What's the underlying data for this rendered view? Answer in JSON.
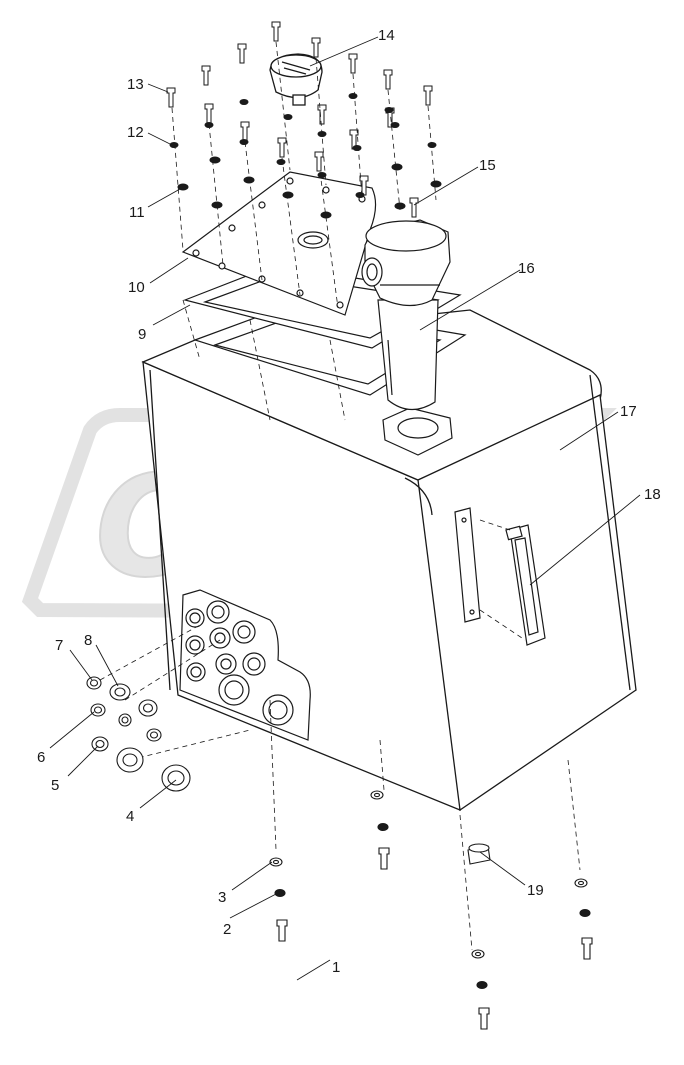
{
  "watermark": {
    "text": "OPEX",
    "color": "#dcdcdc"
  },
  "callouts": [
    "1",
    "2",
    "3",
    "4",
    "5",
    "6",
    "7",
    "8",
    "9",
    "10",
    "11",
    "12",
    "13",
    "14",
    "15",
    "16",
    "17",
    "18",
    "19"
  ],
  "colors": {
    "line": "#1a1a1a",
    "watermark": "#dcdcdc",
    "background": "#ffffff"
  }
}
